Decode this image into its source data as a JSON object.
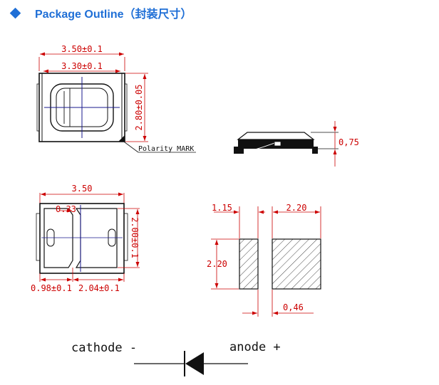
{
  "header": {
    "bullet_icon": "diamond-bullet-icon",
    "title": "Package Outline（封装尺寸）",
    "accent_color": "#1f6fd6"
  },
  "top_view": {
    "dim_width_outer": "3.50±0.1",
    "dim_width_inner": "3.30±0.1",
    "dim_height": "2.80±0.05",
    "polarity_label": "Polarity MARK"
  },
  "side_view": {
    "dim_height": "0,75"
  },
  "bottom_view": {
    "dim_width": "3.50",
    "dim_gap": "0.33",
    "dim_height": "2.00±0.1",
    "dim_left": "0.98±0.1",
    "dim_right": "2.04±0.1"
  },
  "footprint": {
    "dim_pad_small": "1.15",
    "dim_pad_large": "2.20",
    "dim_height": "2.20",
    "dim_gap": "0,46"
  },
  "symbol": {
    "cathode_label": "cathode -",
    "anode_label": "anode +"
  },
  "colors": {
    "dimension": "#cc0000",
    "centerline": "#1a1a8c",
    "outline": "#111111"
  }
}
